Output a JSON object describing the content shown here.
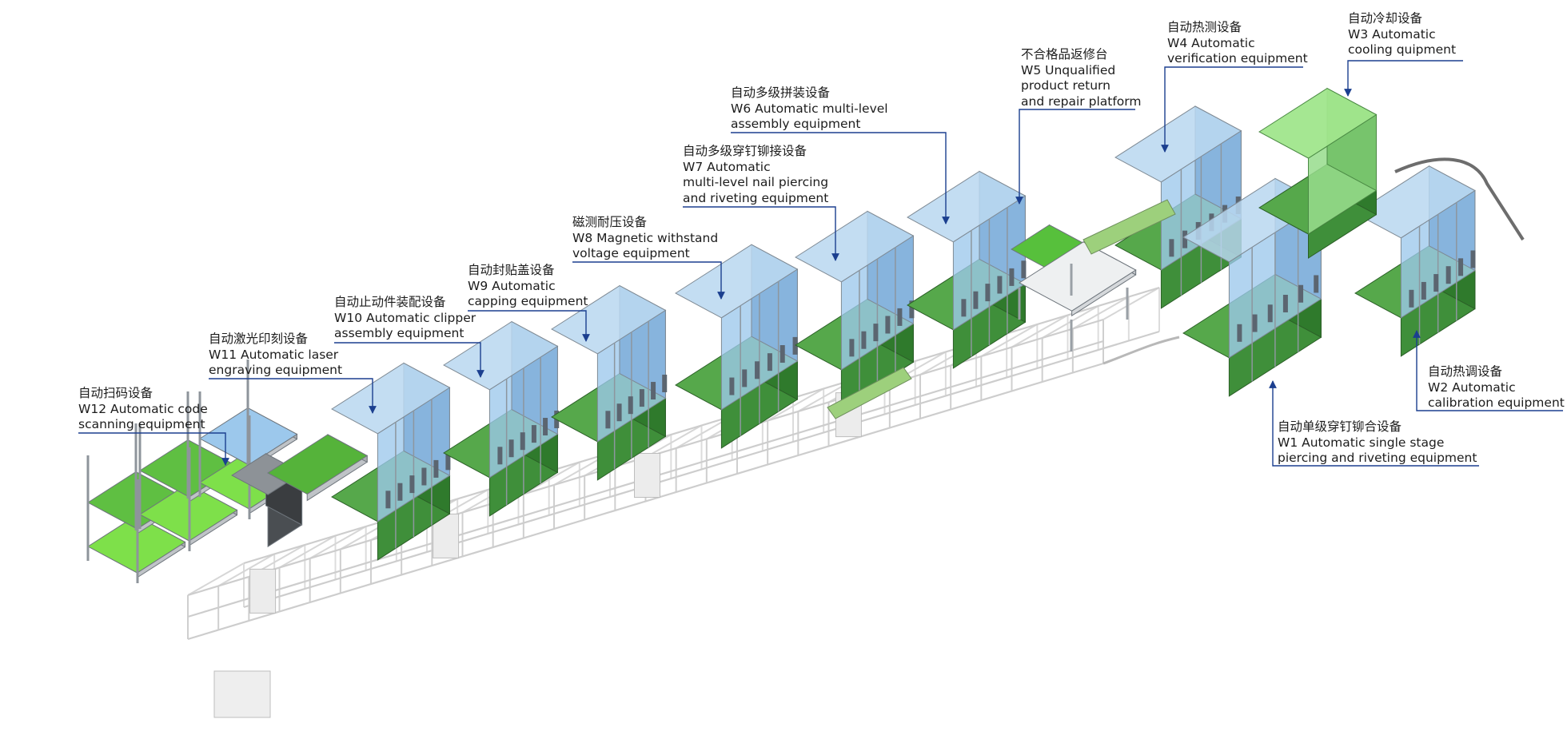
{
  "stations": [
    {
      "id": "W12",
      "lines": [
        "自动扫码设备",
        "W12 Automatic code",
        "scanning equipment"
      ]
    },
    {
      "id": "W11",
      "lines": [
        "自动激光印刻设备",
        "W11 Automatic laser",
        "engraving equipment"
      ]
    },
    {
      "id": "W10",
      "lines": [
        "自动止动件装配设备",
        "W10 Automatic clipper",
        "assembly equipment"
      ]
    },
    {
      "id": "W9",
      "lines": [
        "自动封贴盖设备",
        "W9 Automatic",
        "capping equipment"
      ]
    },
    {
      "id": "W8",
      "lines": [
        "磁测耐压设备",
        "W8 Magnetic withstand",
        "voltage equipment"
      ]
    },
    {
      "id": "W7",
      "lines": [
        "自动多级穿钉铆接设备",
        "W7 Automatic",
        "multi-level nail piercing",
        "and riveting equipment"
      ]
    },
    {
      "id": "W6",
      "lines": [
        "自动多级拼装设备",
        "W6 Automatic multi-level",
        "assembly equipment"
      ]
    },
    {
      "id": "W5",
      "lines": [
        "不合格品返修台",
        "W5 Unqualified",
        "product return",
        "and repair platform"
      ]
    },
    {
      "id": "W4",
      "lines": [
        "自动热测设备",
        "W4 Automatic",
        "verification equipment"
      ]
    },
    {
      "id": "W3",
      "lines": [
        "自动冷却设备",
        "W3 Automatic",
        "cooling quipment"
      ]
    },
    {
      "id": "W2",
      "lines": [
        "自动热调设备",
        "W2 Automatic",
        "calibration equipment"
      ]
    },
    {
      "id": "W1",
      "lines": [
        "自动单级穿钉铆合设备",
        "W1 Automatic single stage",
        "piercing and riveting equipment"
      ]
    }
  ],
  "colors": {
    "leader": "#1b3f8f",
    "frame": "#8e949b",
    "glass": "#9cc8ec",
    "base": "#3f8f3a",
    "green": "#7ee04a",
    "conveyor": "#d8d8d8"
  }
}
